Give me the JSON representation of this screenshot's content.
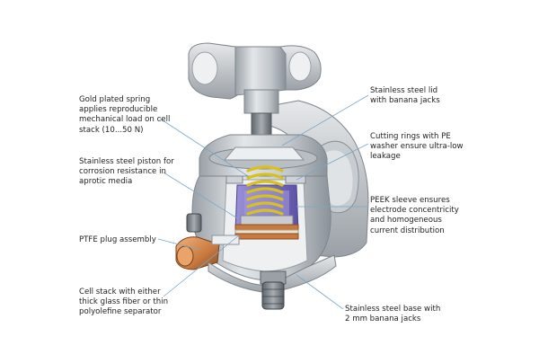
{
  "labels": {
    "spring": "Gold plated spring\napplies reproducible\nmechanical load on cell\nstack (10...50 N)",
    "piston": "Stainless steel piston for\ncorrosion resistance in\naprotic media",
    "ptfe": "PTFE plug assembly",
    "stack": "Cell stack with either\nthick glass fiber or thin\npolyolefine separator",
    "lid": "Stainless steel lid\nwith banana jacks",
    "rings": "Cutting rings with PE\nwasher ensure ultra-low\nleakage",
    "peek": "PEEK sleeve ensures\nelectrode concentricity\nand homogeneous\ncurrent distribution",
    "base": "Stainless steel base with\n2 mm banana jacks"
  },
  "colors": {
    "steel": "#c9cdd1",
    "steel_dark": "#8e959c",
    "peek": "#7b6fc4",
    "spring": "#d8c21a",
    "copper": "#c8793f",
    "leader": "#7aa7c7"
  }
}
